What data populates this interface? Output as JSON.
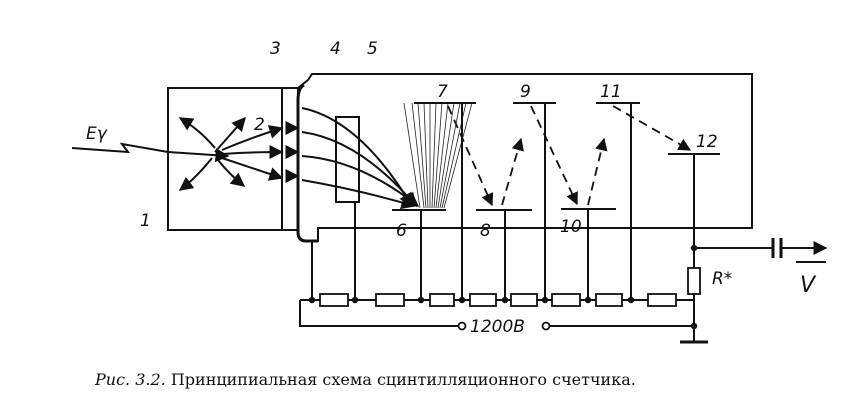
{
  "diagram": {
    "labels": {
      "n1": "1",
      "n2": "2",
      "n3": "3",
      "n4": "4",
      "n5": "5",
      "n6": "6",
      "n7": "7",
      "n8": "8",
      "n9": "9",
      "n10": "10",
      "n11": "11",
      "n12": "12",
      "e_gamma": "Eγ",
      "resistor": "R*",
      "voltage": "1200В",
      "output": "V"
    }
  },
  "caption": {
    "figure": "Рис. 3.2.",
    "text": "Принципиальная схема сцинтилляционного счетчика."
  }
}
